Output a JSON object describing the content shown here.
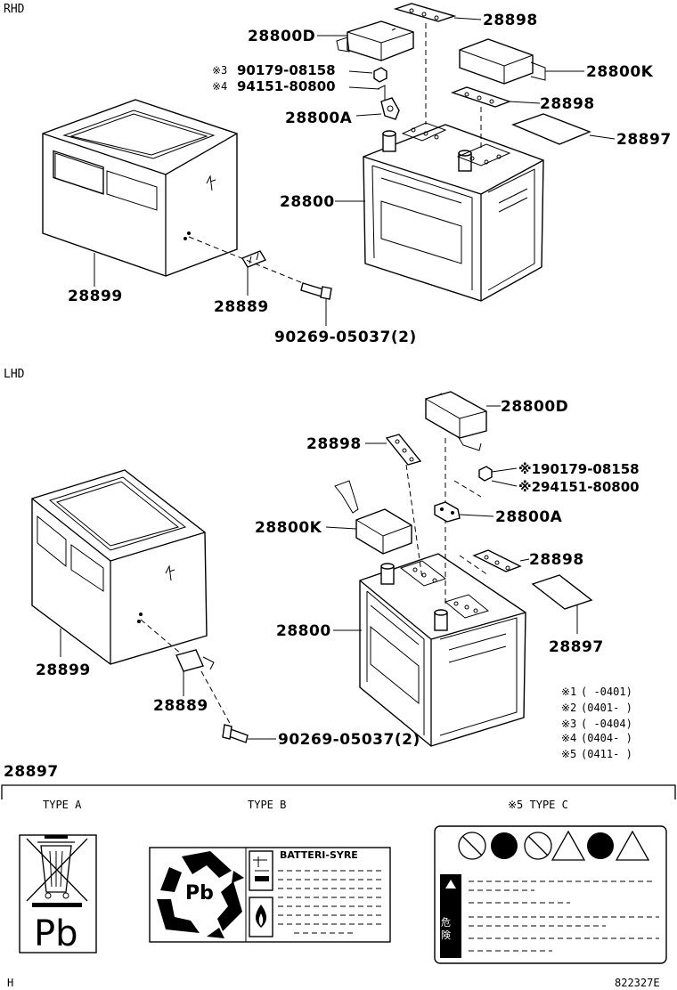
{
  "sections": {
    "rhd": "RHD",
    "lhd": "LHD",
    "labels": "28897",
    "footer_left": "H",
    "footer_right": "822327E"
  },
  "rhd_parts": {
    "p28800D": "28800D",
    "p28800K": "28800K",
    "p28898a": "28898",
    "p28898b": "28898",
    "p28897": "28897",
    "p28800A": "28800A",
    "p28800": "28800",
    "p28899": "28899",
    "p28889": "28889",
    "p90269": "90269-05037(2)",
    "n3_mark": "※3",
    "n3_part": "90179-08158",
    "n4_mark": "※4",
    "n4_part": "94151-80800"
  },
  "lhd_parts": {
    "p28800D": "28800D",
    "p28898a": "28898",
    "p28898b": "28898",
    "p28800K": "28800K",
    "p28800A": "28800A",
    "p28800": "28800",
    "p28897": "28897",
    "p28899": "28899",
    "p28889": "28889",
    "p90269": "90269-05037(2)",
    "n1_part": "※190179-08158",
    "n2_part": "※294151-80800"
  },
  "notes": [
    {
      "mark": "※1",
      "range": "(      -0401)"
    },
    {
      "mark": "※2",
      "range": "(0401-      )"
    },
    {
      "mark": "※3",
      "range": "(      -0404)"
    },
    {
      "mark": "※4",
      "range": "(0404-      )"
    },
    {
      "mark": "※5",
      "range": "(0411-      )"
    }
  ],
  "label_types": {
    "type_a": "TYPE A",
    "type_b": "TYPE B",
    "type_c": "※5 TYPE C",
    "type_a_symbol": "Pb",
    "type_b_symbol": "Pb",
    "type_b_heading": "BATTERI-SYRE",
    "type_c_kanji": "危 険"
  },
  "icons": [
    "crossed-bin-icon",
    "recycle-icon",
    "acid-warning-icon",
    "flame-warning-icon",
    "prohibition-icon",
    "triangle-warning-icon"
  ]
}
